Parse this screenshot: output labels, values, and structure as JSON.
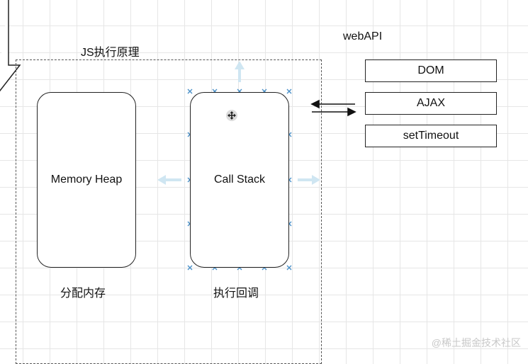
{
  "diagram": {
    "frame_title": "JS执行原理",
    "webapi_title": "webAPI",
    "memory_heap": {
      "label": "Memory Heap",
      "caption": "分配内存"
    },
    "call_stack": {
      "label": "Call Stack",
      "caption": "执行回调"
    },
    "web_apis": [
      "DOM",
      "AJAX",
      "setTimeout"
    ],
    "watermark": "@稀土掘金技术社区"
  },
  "colors": {
    "grid": "#e6e6e6",
    "line": "#222222",
    "selection_handle": "#4a90c8",
    "connector_hint": "#cfe6f2"
  }
}
